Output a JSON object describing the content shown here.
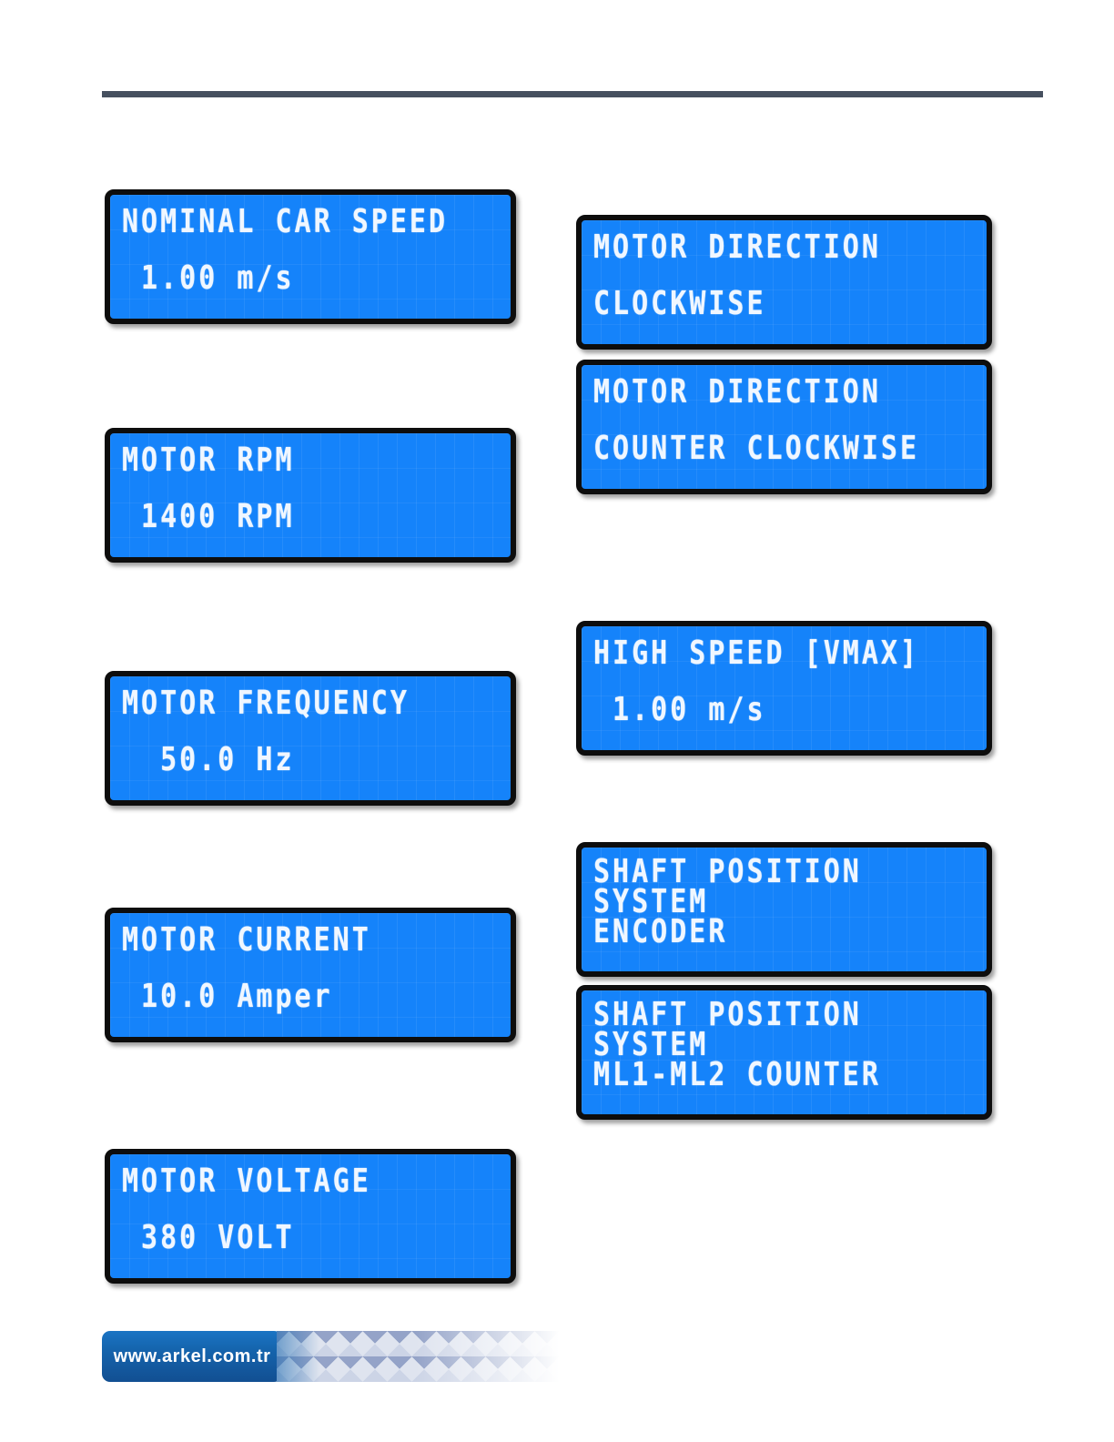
{
  "doc": {
    "divider_color": "#46505f"
  },
  "colors": {
    "lcd_background": "#1583fa",
    "lcd_text": "#f0f7ff",
    "lcd_border": "#0d0d0d",
    "footer_bar_blue": "#1565ae"
  },
  "lcd_screens": {
    "left_column": [
      {
        "id": "nominal-car-speed",
        "lines": [
          "NOMINAL CAR SPEED",
          " 1.00 m/s"
        ]
      },
      {
        "id": "motor-rpm",
        "lines": [
          "MOTOR RPM",
          " 1400 RPM"
        ]
      },
      {
        "id": "motor-frequency",
        "lines": [
          "MOTOR FREQUENCY",
          "  50.0 Hz"
        ]
      },
      {
        "id": "motor-current",
        "lines": [
          "MOTOR CURRENT",
          " 10.0 Amper"
        ]
      },
      {
        "id": "motor-voltage",
        "lines": [
          "MOTOR VOLTAGE",
          " 380 VOLT"
        ]
      }
    ],
    "right_column": [
      {
        "id": "motor-direction-clockwise",
        "lines": [
          "MOTOR DIRECTION",
          "CLOCKWISE"
        ]
      },
      {
        "id": "motor-direction-counter-clockwise",
        "lines": [
          "MOTOR DIRECTION",
          "COUNTER CLOCKWISE"
        ]
      },
      {
        "id": "high-speed-vmax",
        "lines": [
          "HIGH SPEED [VMAX]",
          " 1.00 m/s"
        ]
      },
      {
        "id": "shaft-position-system-encoder",
        "lines": [
          "SHAFT POSITION",
          "SYSTEM",
          "ENCODER"
        ]
      },
      {
        "id": "shaft-position-system-ml-counter",
        "lines": [
          "SHAFT POSITION",
          "SYSTEM",
          "ML1-ML2 COUNTER"
        ]
      }
    ]
  },
  "footer": {
    "website": "www.arkel.com.tr"
  }
}
